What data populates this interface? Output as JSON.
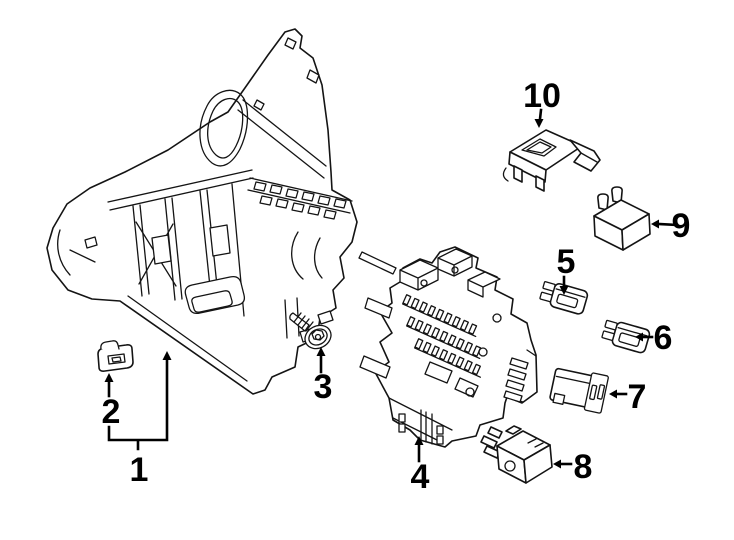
{
  "diagram": {
    "kind": "exploded-parts-line-diagram",
    "background_color": "#ffffff",
    "line_color": "#141414",
    "callout_color": "#000000",
    "parts": [
      {
        "number": "1",
        "name": "mounting-bracket-assembly"
      },
      {
        "number": "2",
        "name": "retainer-clip"
      },
      {
        "number": "3",
        "name": "screw"
      },
      {
        "number": "4",
        "name": "fuse-relay-box"
      },
      {
        "number": "5",
        "name": "mini-fuse"
      },
      {
        "number": "6",
        "name": "mini-fuse"
      },
      {
        "number": "7",
        "name": "cartridge-fuse"
      },
      {
        "number": "8",
        "name": "relay"
      },
      {
        "number": "9",
        "name": "relay"
      },
      {
        "number": "10",
        "name": "fuse-holder-bracket"
      }
    ]
  }
}
